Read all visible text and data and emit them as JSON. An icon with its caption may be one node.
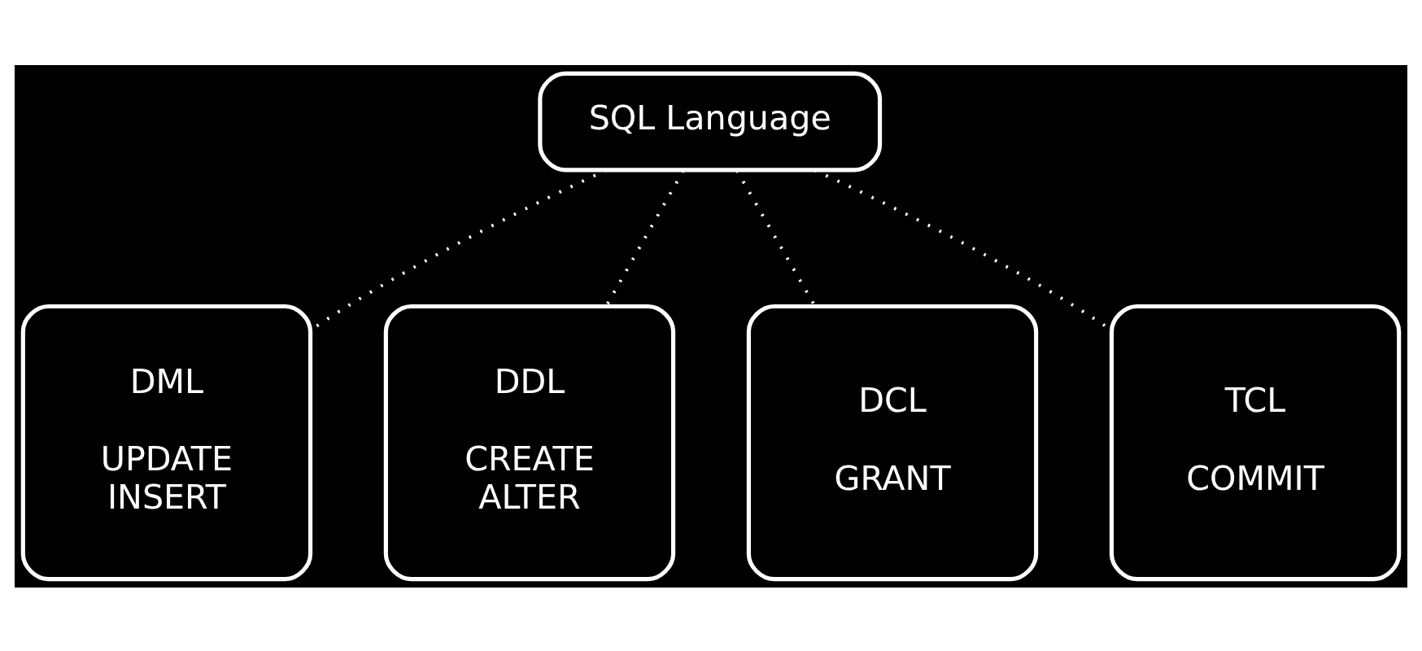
{
  "diagram": {
    "nodes": [
      {
        "text": [
          "SQL Language"
        ]
      },
      {
        "text": [
          "DML",
          "UPDATE",
          "INSERT"
        ]
      },
      {
        "text": [
          "DDL",
          "CREATE",
          "ALTER"
        ]
      },
      {
        "text": [
          "DCL",
          "GRANT"
        ]
      },
      {
        "text": [
          "TCL",
          "COMMIT"
        ]
      }
    ],
    "edges": [
      {
        "from": 0,
        "to": 1,
        "arrow": "none",
        "style": "dashed"
      },
      {
        "from": 0,
        "to": 2,
        "arrow": "none",
        "style": "dashed"
      },
      {
        "from": 0,
        "to": 3,
        "arrow": "none",
        "style": "dashed"
      },
      {
        "from": 0,
        "to": 4,
        "arrow": "none",
        "style": "dashed"
      }
    ]
  }
}
